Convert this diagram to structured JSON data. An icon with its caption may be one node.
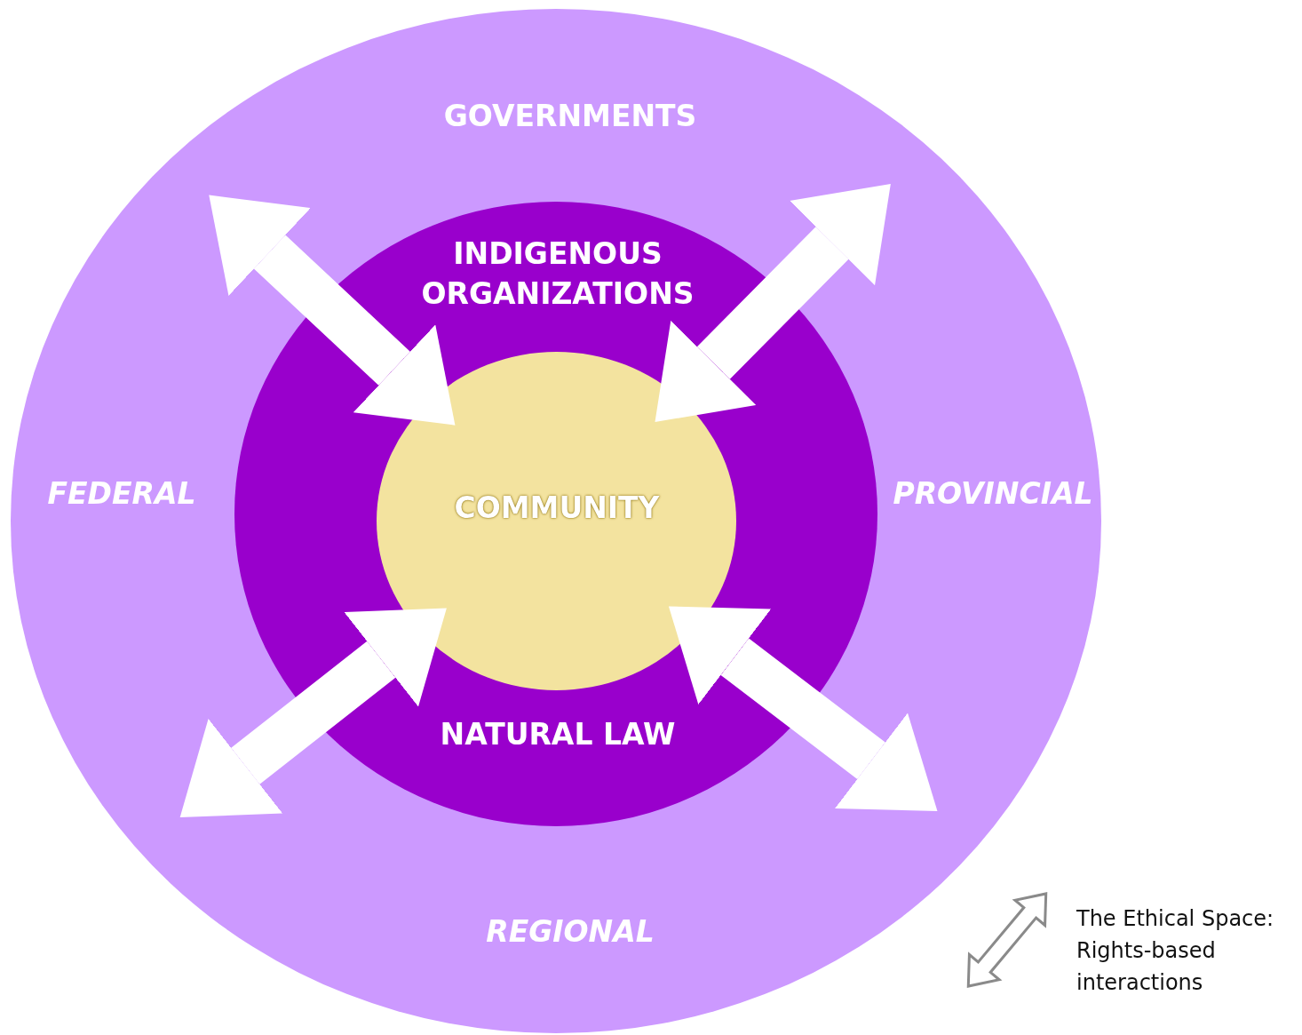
{
  "diagram": {
    "nodes": [
      {
        "text": [
          "GOVERNMENTS",
          "FEDERAL",
          "PROVINCIAL",
          "REGIONAL"
        ]
      },
      {
        "text": [
          "INDIGENOUS ORGANIZATIONS",
          "NATURAL LAW"
        ],
        "in": 0
      },
      {
        "text": [
          "COMMUNITY"
        ],
        "in": 1
      }
    ],
    "edges": [
      {
        "from": 2,
        "to": 0,
        "arrow": "both"
      },
      {
        "from": 2,
        "to": 0,
        "arrow": "both"
      },
      {
        "from": 2,
        "to": 0,
        "arrow": "both"
      },
      {
        "from": 2,
        "to": 0,
        "arrow": "both"
      }
    ],
    "legend": [
      {
        "text": "The Ethical Space: Rights-based interactions"
      }
    ]
  }
}
